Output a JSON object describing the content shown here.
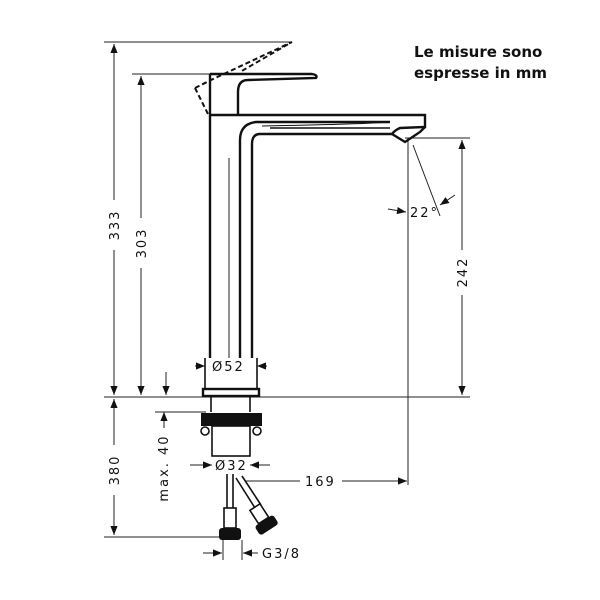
{
  "note": {
    "line1": "Le misure sono",
    "line2": "espresse in mm"
  },
  "dimensions": {
    "total_height": "333",
    "spout_height": "303",
    "outlet_height": "242",
    "outlet_angle": "22°",
    "base_diameter": "Ø52",
    "shank_diameter": "Ø32",
    "max_counter_thickness": "max. 40",
    "hose_length": "380",
    "spout_reach": "169",
    "connection_thread": "G3/8"
  }
}
